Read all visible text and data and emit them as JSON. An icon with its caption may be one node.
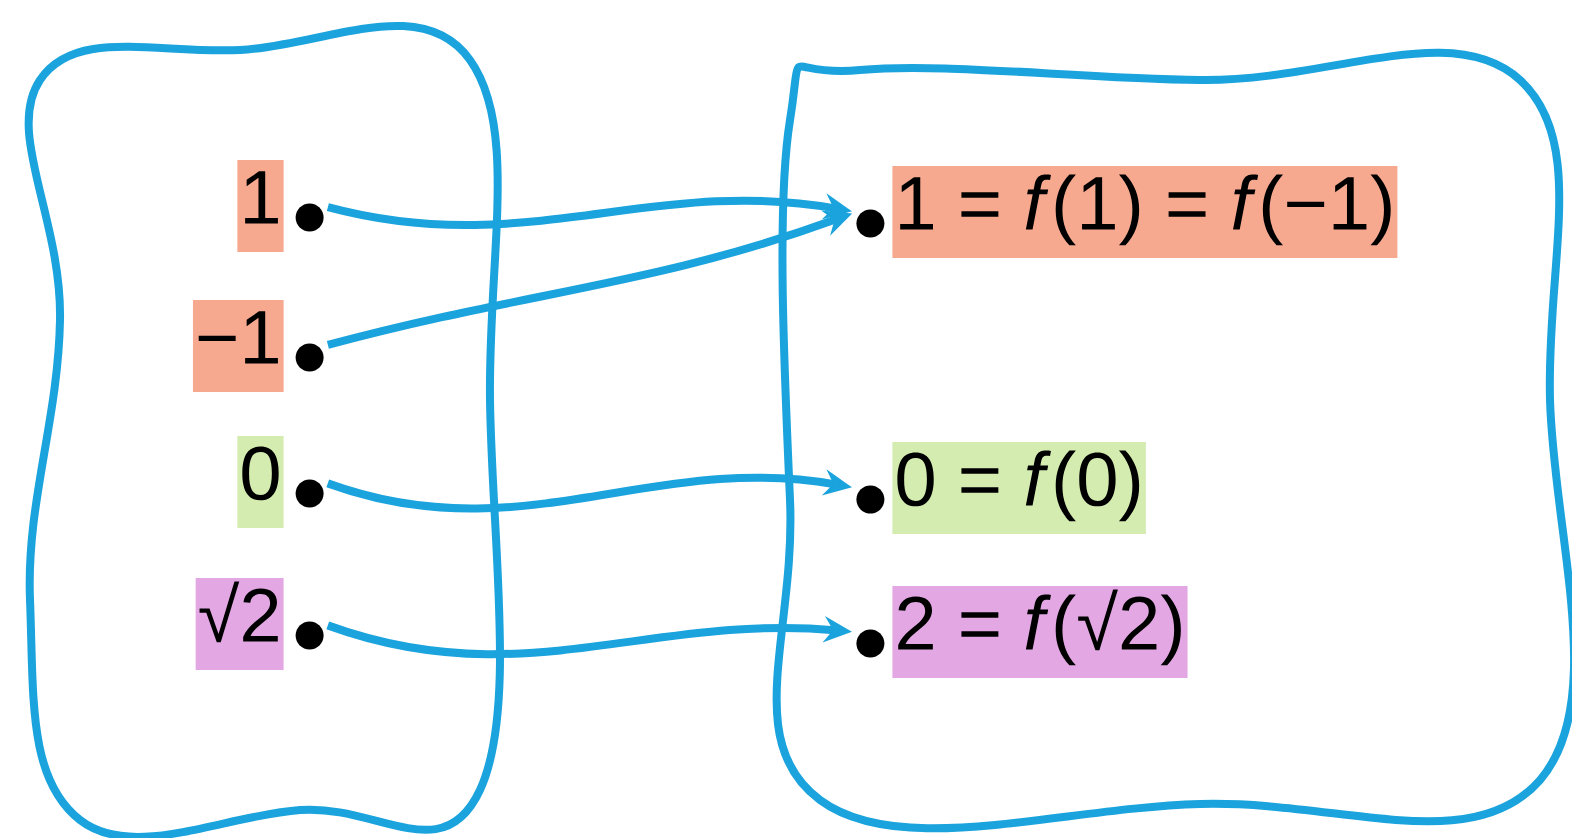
{
  "diagram": {
    "nodes": [
      {
        "text": [],
        "shape": "cloud"
      },
      {
        "text": [
          "1"
        ],
        "in": 0
      },
      {
        "text": [
          "−1"
        ],
        "in": 0
      },
      {
        "text": [
          "0"
        ],
        "in": 0
      },
      {
        "text": [
          "√2"
        ],
        "in": 0
      },
      {
        "text": [],
        "shape": "cloud"
      },
      {
        "text": [
          "1 = *f*(1) = *f*(−1)"
        ],
        "in": 5
      },
      {
        "text": [
          "0 = *f*(0)"
        ],
        "in": 5
      },
      {
        "text": [
          "2 = *f*(√2)"
        ],
        "in": 5
      }
    ],
    "edges": [
      {
        "from": 1,
        "to": 6,
        "arrow": "to"
      },
      {
        "from": 2,
        "to": 6,
        "arrow": "to"
      },
      {
        "from": 3,
        "to": 7,
        "arrow": "to"
      },
      {
        "from": 4,
        "to": 8,
        "arrow": "to"
      }
    ]
  }
}
